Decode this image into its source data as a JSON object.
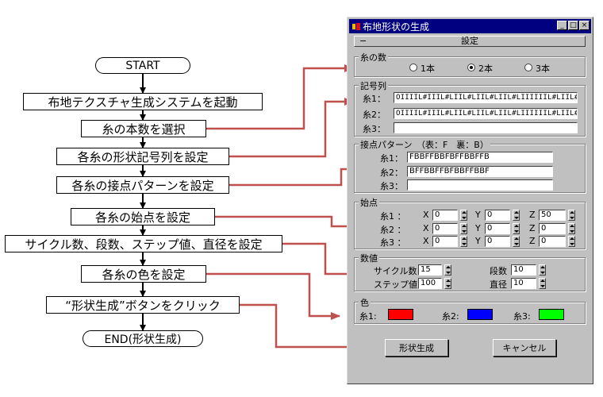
{
  "flowchart": {
    "start": "START",
    "steps": [
      "布地テクスチャ生成システムを起動",
      "糸の本数を選択",
      "各糸の形状記号列を設定",
      "各糸の接点パターンを設定",
      "各糸の始点を設定",
      "サイクル数、段数、ステップ値、直径を設定",
      "各糸の色を設定",
      "“形状生成”ボタンをクリック"
    ],
    "end": "END(形状生成)"
  },
  "colors": {
    "connector": "#c0504d",
    "titlebar": "#000080",
    "thread1": "#ff0000",
    "thread2": "#0000ff",
    "thread3": "#00ff00"
  },
  "dialog": {
    "title": "布地形状の生成",
    "title_icon": "app-icon",
    "window_buttons": [
      "_",
      "□",
      "×"
    ],
    "panel": {
      "collapse": "−",
      "title": "設定"
    },
    "thread_count": {
      "label": "糸の数",
      "options": [
        "1本",
        "2本",
        "3本"
      ],
      "selected": "2本"
    },
    "symbols": {
      "label": "記号列",
      "rows": [
        {
          "label": "糸1：",
          "value": "OIIIIL#IIIL#LIIL#LIIL#LIIL#LIIIIIIL#LIIL#IIL"
        },
        {
          "label": "糸2：",
          "value": "OIIIIL#IIIL#LIIL#LIIL#LIIL#LIIIIIIL#LIIL#IIL"
        },
        {
          "label": "糸3：",
          "value": ""
        }
      ]
    },
    "contacts": {
      "label": "接点パターン　（表：F　裏：B）",
      "rows": [
        {
          "label": "糸1：",
          "value": "FBBFFBBFBFFBBFFB"
        },
        {
          "label": "糸2：",
          "value": "BFFBBFFBFBBFFBBF"
        },
        {
          "label": "糸3：",
          "value": ""
        }
      ]
    },
    "start_points": {
      "label": "始点",
      "axes": [
        "X",
        "Y",
        "Z"
      ],
      "rows": [
        {
          "label": "糸1 ：",
          "values": [
            "0",
            "0",
            "50"
          ]
        },
        {
          "label": "糸2 ：",
          "values": [
            "0",
            "0",
            "0"
          ]
        },
        {
          "label": "糸3 ：",
          "values": [
            "0",
            "0",
            "0"
          ]
        }
      ]
    },
    "numbers": {
      "label": "数値",
      "cycles_label": "サイクル数",
      "cycles": "15",
      "rows_label": "段数",
      "rows": "10",
      "step_label": "ステップ値",
      "step": "100",
      "diameter_label": "直径",
      "diameter": "10"
    },
    "colors_group": {
      "label": "色",
      "items": [
        {
          "label": "糸1:",
          "color": "#ff0000"
        },
        {
          "label": "糸2:",
          "color": "#0000ff"
        },
        {
          "label": "糸3:",
          "color": "#00ff00"
        }
      ]
    },
    "generate_button": "形状生成",
    "cancel_button": "キャンセル"
  }
}
